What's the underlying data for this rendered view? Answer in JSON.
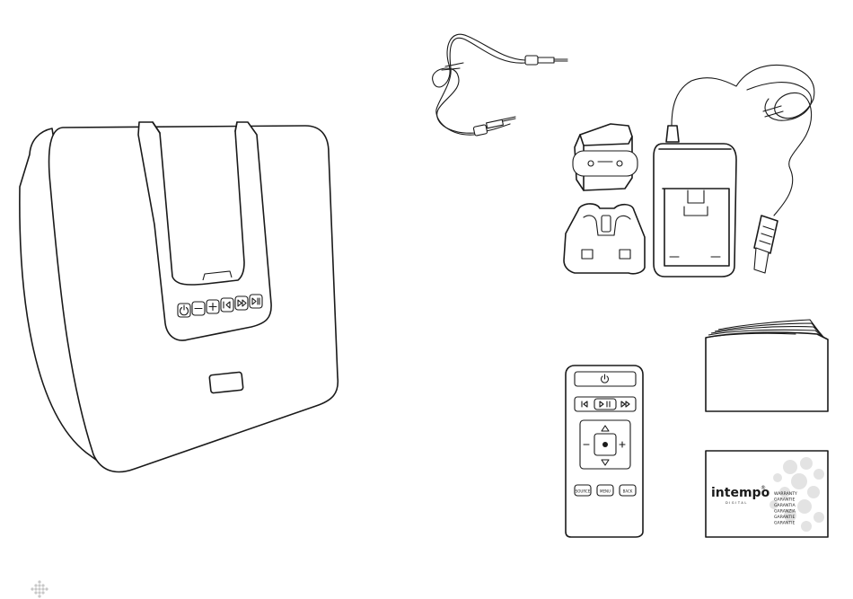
{
  "remote": {
    "source_label": "SOURCE",
    "menu_label": "MENU",
    "back_label": "BACK"
  },
  "warranty_card": {
    "brand": "intempo",
    "registered_mark": "®",
    "sub_brand": "DIGITAL",
    "lines": [
      "WARRANTY",
      "GARANTIE",
      "GARANTIA",
      "GARANZIA",
      "GARANTIE",
      "GARANTIE"
    ]
  }
}
